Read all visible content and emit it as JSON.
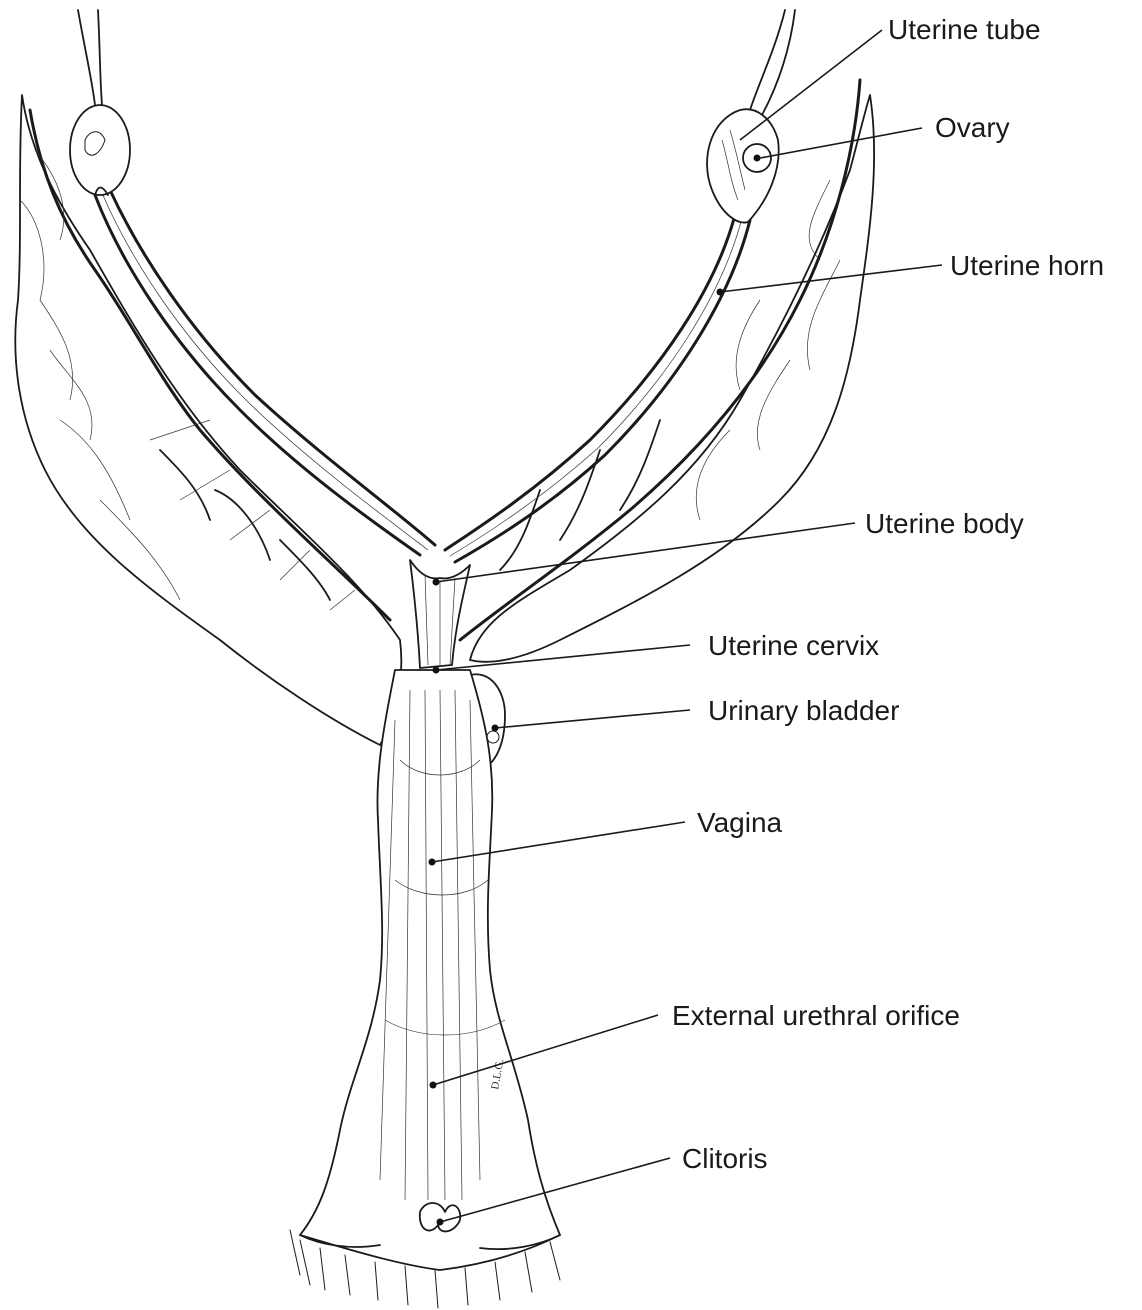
{
  "labels": {
    "uterine_tube": "Uterine tube",
    "ovary": "Ovary",
    "uterine_horn": "Uterine horn",
    "uterine_body": "Uterine body",
    "uterine_cervix": "Uterine cervix",
    "urinary_bladder": "Urinary bladder",
    "vagina": "Vagina",
    "external_urethral_orifice": "External urethral orifice",
    "clitoris": "Clitoris"
  },
  "signature": "D.L.G."
}
